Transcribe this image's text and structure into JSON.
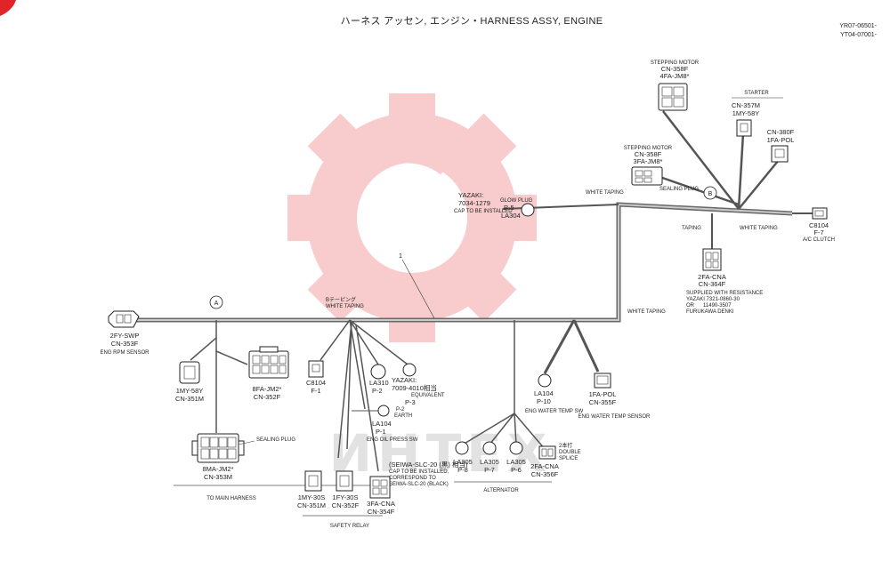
{
  "header": {
    "title": "ハーネス アッセン, エンジン・HARNESS ASSY, ENGINE",
    "serial_1": "YR07-06501-",
    "serial_2": "YT04-07001-"
  },
  "watermark": {
    "text": "ИНТЕХ",
    "color": "#e83a3a"
  },
  "colors": {
    "wire": "#555555",
    "trunk": "#6a6a6a",
    "watermark": "#f2a8a8"
  },
  "markers": {
    "a": "A",
    "b": "B",
    "item_1": "1"
  },
  "connectors": {
    "c353f": {
      "code": "2FY-SWP",
      "part": "CN-353F",
      "note": "ENG RPM SENSOR"
    },
    "c351m_left": {
      "code": "1MY-58Y",
      "part": "CN-351M"
    },
    "c352f_left": {
      "code": "8FA-JM2*",
      "part": "CN-352F"
    },
    "c353m": {
      "code": "8MA-JM2*",
      "part": "CN-353M",
      "note": "SEALING PLUG"
    },
    "to_main": {
      "note": "TO MAIN HARNESS"
    },
    "f1": {
      "code": "C8104",
      "part": "F-1"
    },
    "la310": {
      "code": "LA310",
      "part": "P-2"
    },
    "yazaki_p3": {
      "code": "YAZAKI:",
      "part_no": "7009-4010相当",
      "equiv": "EQUIVALENT",
      "part": "P-3"
    },
    "earth": {
      "code": "P-2",
      "note": "EARTH"
    },
    "la104_p1": {
      "code": "LA104",
      "part": "P-1",
      "note": "ENG OIL PRESS SW"
    },
    "c351m_relay": {
      "code": "1MY-30S",
      "part": "CN-351M"
    },
    "c352f_relay": {
      "code": "1FY-30S",
      "part": "CN-352F"
    },
    "c354f": {
      "code": "3FA-CNA",
      "part": "CN-354F"
    },
    "safety_relay": {
      "note": "SAFETY RELAY"
    },
    "sb_tape": {
      "note1": "Bテーピング",
      "note2": "WHITE TAPING"
    },
    "glow": {
      "brand": "YAZAKI:",
      "part_no": "7034-1279",
      "note": "CAP TO BE INSTALLED",
      "glow_label": "GLOW PLUG",
      "code": "P-5",
      "part": "LA304"
    },
    "step_top": {
      "title": "STEPPING MOTOR",
      "part": "CN-358F",
      "code": "4FA-JM8*"
    },
    "starter": {
      "title": "STARTER",
      "part": "CN-357M",
      "code": "1MY-58Y"
    },
    "c380f": {
      "part": "CN-380F",
      "code": "1FA-POL"
    },
    "step_mid": {
      "title": "STEPPING MOTOR",
      "part": "CN-358F",
      "code": "3FA-JM8*",
      "note": "SEALING PLUG"
    },
    "white_tape_top": {
      "note": "WHITE TAPING"
    },
    "taping": {
      "note": "TAPING"
    },
    "white_tape_right": {
      "note": "WHITE TAPING"
    },
    "ac_clutch": {
      "code": "C8104",
      "part": "F-7",
      "note": "A/C CLUTCH"
    },
    "c364f": {
      "code": "2FA-CNA",
      "part": "CN-364F",
      "note1": "SUPPLIED WITH RESISTANCE",
      "note2": "YAZAKI 7321-0860-30",
      "note3": "OR",
      "note4": "11490-3507",
      "note5": "FURUKAWA DENKI"
    },
    "white_tape_mid": {
      "note": "WHITE TAPING"
    },
    "la104_p10": {
      "code": "LA104",
      "part": "P-10",
      "note": "ENG WATER TEMP SW"
    },
    "c355f": {
      "code": "1FA-POL",
      "part": "CN-355F",
      "note": "ENG WATER TEMP SENSOR"
    },
    "seiwa": {
      "code": "(SEIWA-SLC-20 (黒) 相当)",
      "note1": "CAP TO BE INSTALLED,",
      "note2": "CORRESPOND TO",
      "note3": "SEIWA-SLC-20 (BLACK)"
    },
    "la305_8": {
      "code": "LA305",
      "part": "P-8"
    },
    "la305_7": {
      "code": "LA305",
      "part": "P-7"
    },
    "la305_6": {
      "code": "LA305",
      "part": "P-6"
    },
    "c356f": {
      "code": "2FA-CNA",
      "part": "CN-356F",
      "note1": "2本打",
      "note2": "DOUBLE",
      "note3": "SPLICE"
    },
    "alternator": {
      "note": "ALTERNATOR"
    }
  }
}
